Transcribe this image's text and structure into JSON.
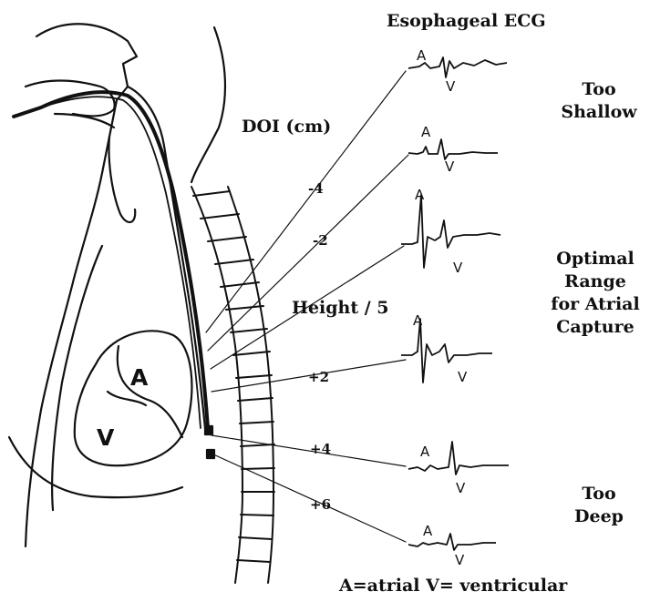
{
  "title": "Esophageal ECG",
  "doi_label": "DOI (cm)",
  "height_label": "Height / 5",
  "legend": "A=atrial  V= ventricular",
  "depth_marks": [
    "-4",
    "-2",
    "+2",
    "+4",
    "+6"
  ],
  "heart_labels": {
    "atrium": "A",
    "ventricle": "V"
  },
  "traces": [
    {
      "a": "A",
      "v": "V"
    },
    {
      "a": "A",
      "v": "V"
    },
    {
      "a": "A",
      "v": "V"
    },
    {
      "a": "A",
      "v": "V"
    },
    {
      "a": "A",
      "v": "V"
    },
    {
      "a": "A",
      "v": "V"
    }
  ],
  "classifications": [
    {
      "lines": [
        "Too",
        "Shallow"
      ]
    },
    {
      "lines": [
        "Optimal",
        "Range",
        "for Atrial",
        "Capture"
      ]
    },
    {
      "lines": [
        "Too",
        "Deep"
      ]
    }
  ]
}
